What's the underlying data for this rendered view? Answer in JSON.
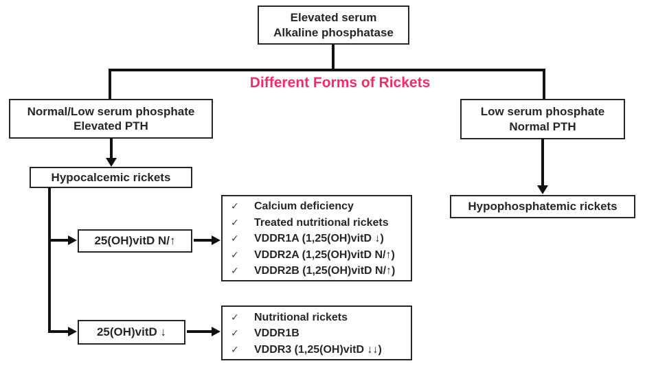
{
  "page": {
    "background": "#ffffff"
  },
  "title": {
    "text": "Different Forms of Rickets",
    "color": "#ed2f68"
  },
  "checklist": {
    "bullet": "✓"
  },
  "nodes": {
    "root": {
      "lines": [
        "Elevated serum",
        "Alkaline phosphatase"
      ]
    },
    "left_branch": {
      "lines": [
        "Normal/Low serum phosphate",
        "Elevated PTH"
      ]
    },
    "right_branch": {
      "lines": [
        "Low serum phosphate",
        "Normal PTH"
      ]
    },
    "hypocalcemic": {
      "label": "Hypocalcemic rickets"
    },
    "hypophosphatemic": {
      "label": "Hypophosphatemic rickets"
    },
    "vitd_normal_high": {
      "label": "25(OH)vitD N/↑"
    },
    "vitd_low": {
      "label": "25(OH)vitD ↓"
    }
  },
  "checklists": {
    "vitd_normal_high_causes": [
      "Calcium deficiency",
      "Treated nutritional rickets",
      "VDDR1A (1,25(OH)vitD ↓)",
      "VDDR2A (1,25(OH)vitD N/↑)",
      "VDDR2B (1,25(OH)vitD N/↑)"
    ],
    "vitd_low_causes": [
      "Nutritional rickets",
      "VDDR1B",
      "VDDR3 (1,25(OH)vitD ↓↓)"
    ]
  }
}
